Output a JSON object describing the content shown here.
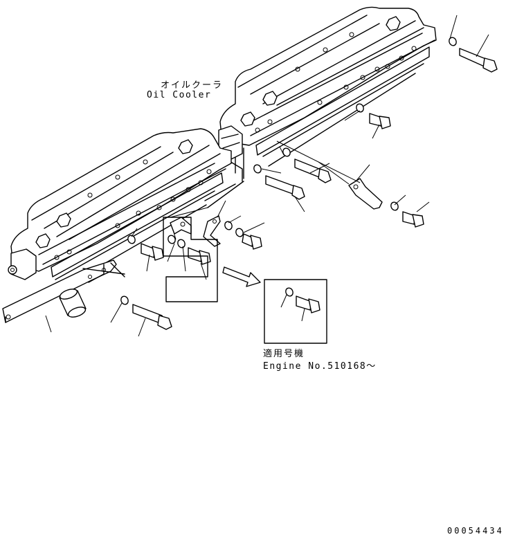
{
  "callouts": {
    "oil_cooler_jp": "オイルクーラ",
    "oil_cooler_en": "Oil Cooler",
    "applicable_jp": "適用号機",
    "engine_no": "Engine No.510168～"
  },
  "footer": {
    "drawing_code": "00054434"
  },
  "colors": {
    "line": "#000000",
    "background": "#ffffff"
  }
}
